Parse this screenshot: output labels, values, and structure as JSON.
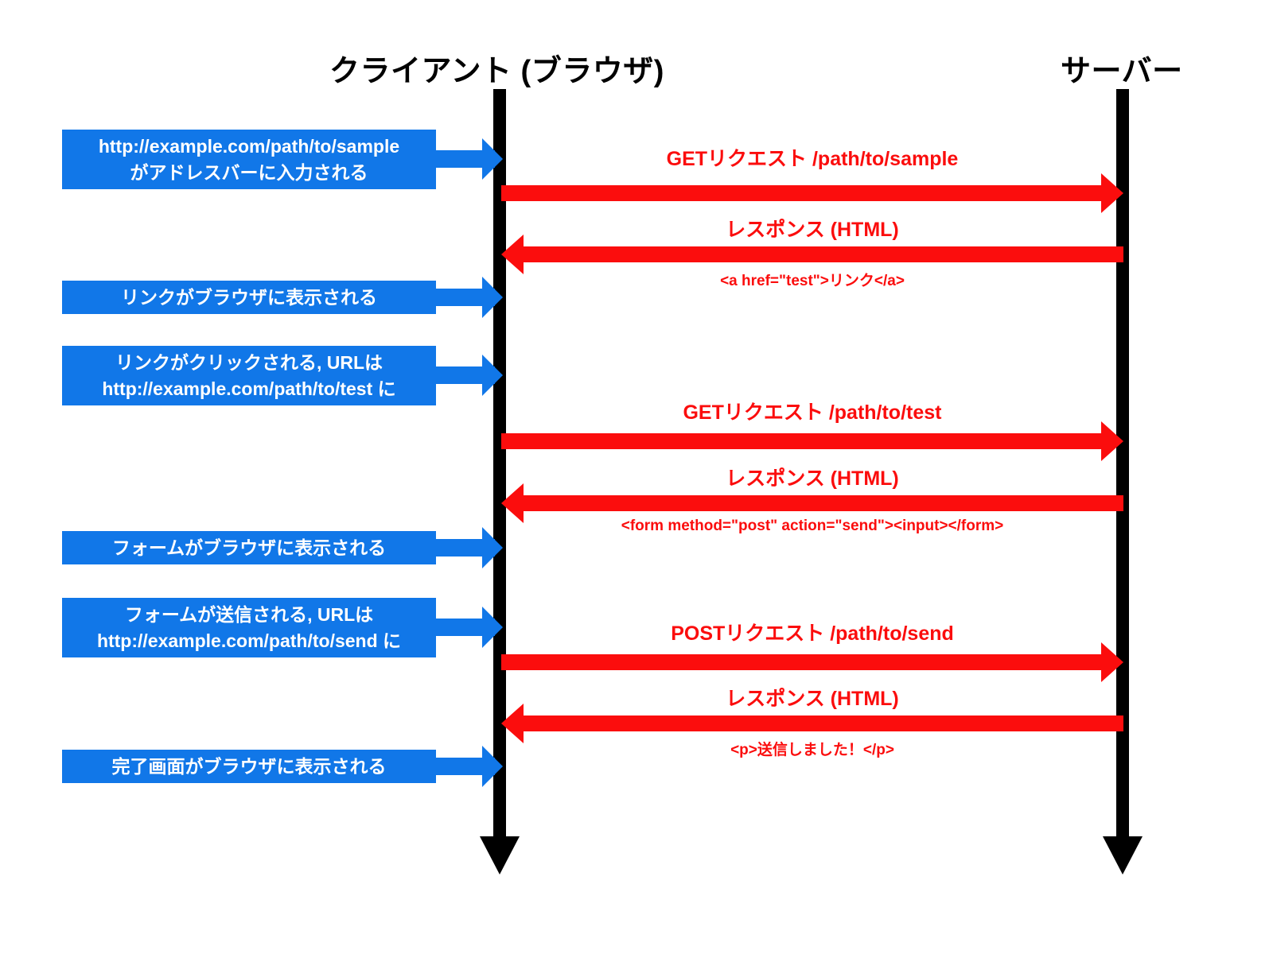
{
  "diagram": {
    "title_client": "クライアント (ブラウザ)",
    "title_server": "サーバー",
    "colors": {
      "client_action": "#1177e8",
      "message": "#fb0d0d",
      "lifeline": "#000000",
      "background": "#ffffff"
    }
  },
  "actors": [
    {
      "id": "client",
      "label": "クライアント (ブラウザ)"
    },
    {
      "id": "server",
      "label": "サーバー"
    }
  ],
  "client_actions": [
    {
      "line1": "http://example.com/path/to/sample",
      "line2": "がアドレスバーに入力される"
    },
    {
      "line1": "リンクがブラウザに表示される",
      "line2": ""
    },
    {
      "line1": "リンクがクリックされる, URLは",
      "line2": "http://example.com/path/to/test に"
    },
    {
      "line1": "フォームがブラウザに表示される",
      "line2": ""
    },
    {
      "line1": "フォームが送信される, URLは",
      "line2": "http://example.com/path/to/send に"
    },
    {
      "line1": "完了画面がブラウザに表示される",
      "line2": ""
    }
  ],
  "messages": [
    {
      "direction": "request",
      "label": "GETリクエスト /path/to/sample",
      "payload": ""
    },
    {
      "direction": "response",
      "label": "レスポンス (HTML)",
      "payload": "<a href=\"test\">リンク</a>"
    },
    {
      "direction": "request",
      "label": "GETリクエスト /path/to/test",
      "payload": ""
    },
    {
      "direction": "response",
      "label": "レスポンス (HTML)",
      "payload": "<form method=\"post\" action=\"send\"><input></form>"
    },
    {
      "direction": "request",
      "label": "POSTリクエスト /path/to/send",
      "payload": ""
    },
    {
      "direction": "response",
      "label": "レスポンス (HTML)",
      "payload": "<p>送信しました！</p>"
    }
  ]
}
